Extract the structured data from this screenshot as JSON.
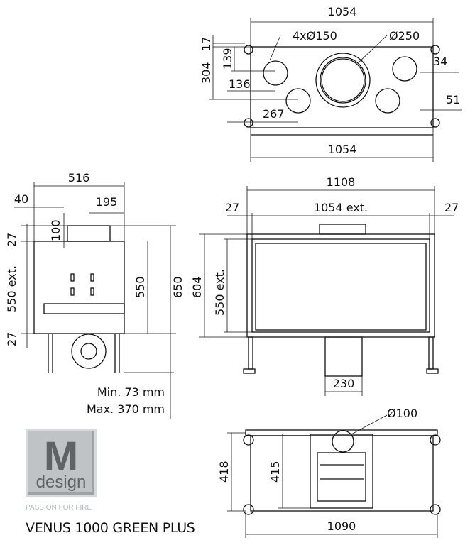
{
  "brand": {
    "logo_letter": "M",
    "logo_word": "design",
    "tagline": "PASSION FOR FIRE",
    "model": "VENUS 1000 GREEN PLUS"
  },
  "top_view": {
    "width_top": "1054",
    "width_bottom": "1054",
    "holes": "4xØ150",
    "flue": "Ø250",
    "d17": "17",
    "d139": "139",
    "d304": "304",
    "d136": "136",
    "d267": "267",
    "d34": "34",
    "d51": "51"
  },
  "side_view": {
    "depth": "516",
    "d40": "40",
    "d195": "195",
    "d100": "100",
    "d27a": "27",
    "ext": "550 ext.",
    "d27b": "27",
    "h550": "550",
    "h650": "650",
    "leg_min": "Min. 73 mm",
    "leg_max": "Max. 370 mm"
  },
  "front_view": {
    "width": "1108",
    "d27l": "27",
    "ext": "1054 ext.",
    "d27r": "27",
    "h604": "604",
    "h550ext": "550 ext.",
    "flue": "230"
  },
  "bottom_view": {
    "flue": "Ø100",
    "h418": "418",
    "h415": "415",
    "width": "1090"
  }
}
